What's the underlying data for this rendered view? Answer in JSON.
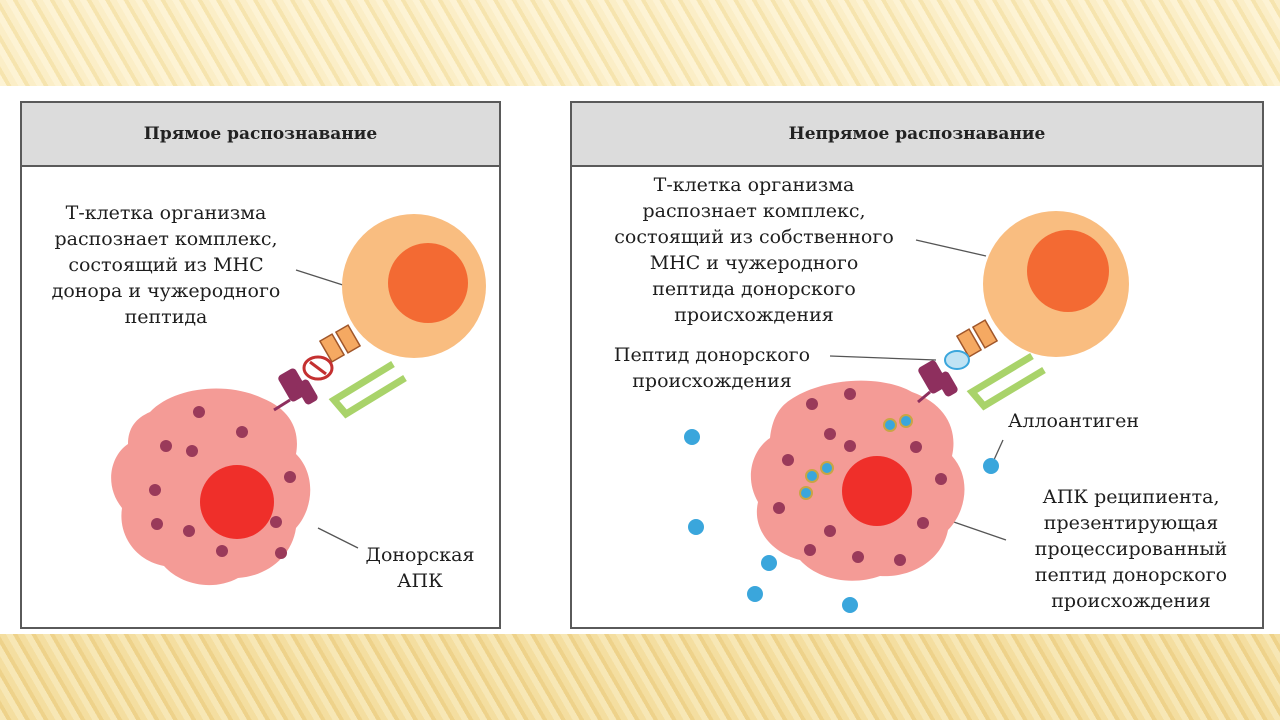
{
  "direct": {
    "title": "Прямое распознавание",
    "tcell_label": [
      "Т-клетка организма",
      "распознает комплекс,",
      "состоящий из МНС",
      "донора и чужеродного",
      "пептида"
    ],
    "apc_label": [
      "Донорская",
      "АПК"
    ]
  },
  "indirect": {
    "title": "Непрямое распознавание",
    "tcell_label": [
      "Т-клетка организма",
      "распознает комплекс,",
      "состоящий из собственного",
      "МНС и чужеродного",
      "пептида донорского",
      "происхождения"
    ],
    "peptide_label": [
      "Пептид донорского",
      "происхождения"
    ],
    "alloantigen_label": "Аллоантиген",
    "apc_label": [
      "АПК реципиента,",
      "презентирующая",
      "процессированный",
      "пептид донорского",
      "происхождения"
    ]
  },
  "colors": {
    "tcell": "#f9bd80",
    "tcell_nucleus": "#f36a33",
    "apc": "#f49b96",
    "apc_nucleus": "#ef2f2a",
    "granule": "#9a3a5a",
    "alloantigen": "#3aa6dc",
    "tcr_green": "#a9d36a",
    "mhc_purple": "#8e2f5e"
  }
}
